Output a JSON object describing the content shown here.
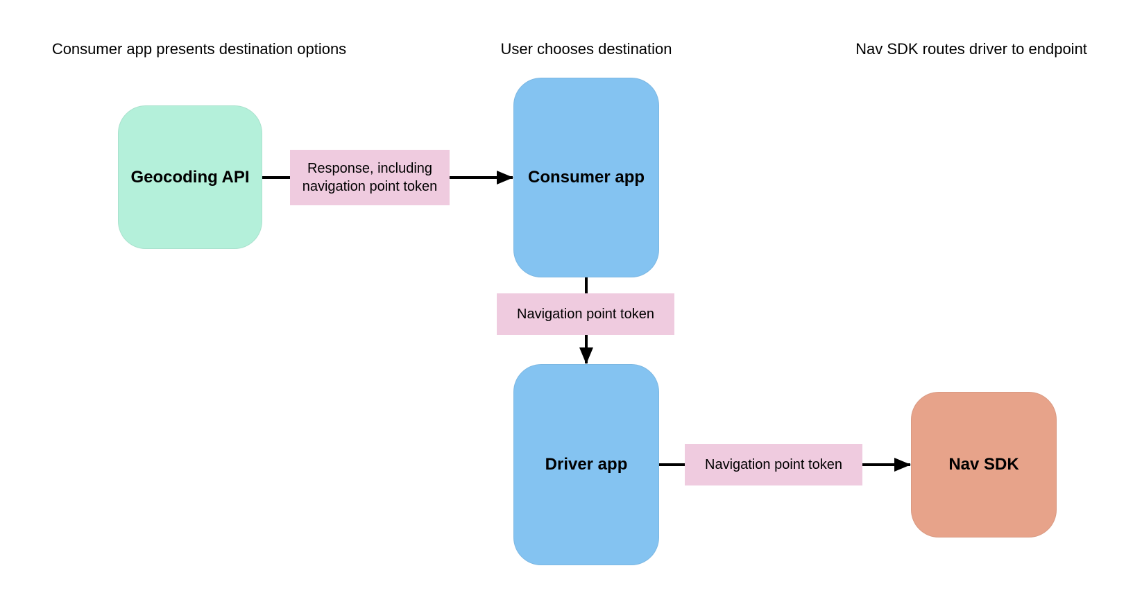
{
  "diagram": {
    "stage_labels": [
      "Consumer app presents destination options",
      "User chooses destination",
      "Nav SDK routes driver to endpoint"
    ],
    "nodes": {
      "geocoding_api": {
        "label": "Geocoding API"
      },
      "consumer_app": {
        "label": "Consumer app"
      },
      "driver_app": {
        "label": "Driver app"
      },
      "nav_sdk": {
        "label": "Nav SDK"
      }
    },
    "edge_labels": {
      "geocoding_to_consumer": "Response, including navigation point token",
      "consumer_to_driver": "Navigation point token",
      "driver_to_navsdk": "Navigation point token"
    },
    "colors": {
      "geocoding-fill": "#b4f0da",
      "app-fill": "#84c3f1",
      "navsdk-fill": "#e7a38a",
      "edge-label-fill": "#efcbdf",
      "arrow-color": "#000000",
      "text-color": "#000000",
      "background": "#ffffff"
    }
  }
}
